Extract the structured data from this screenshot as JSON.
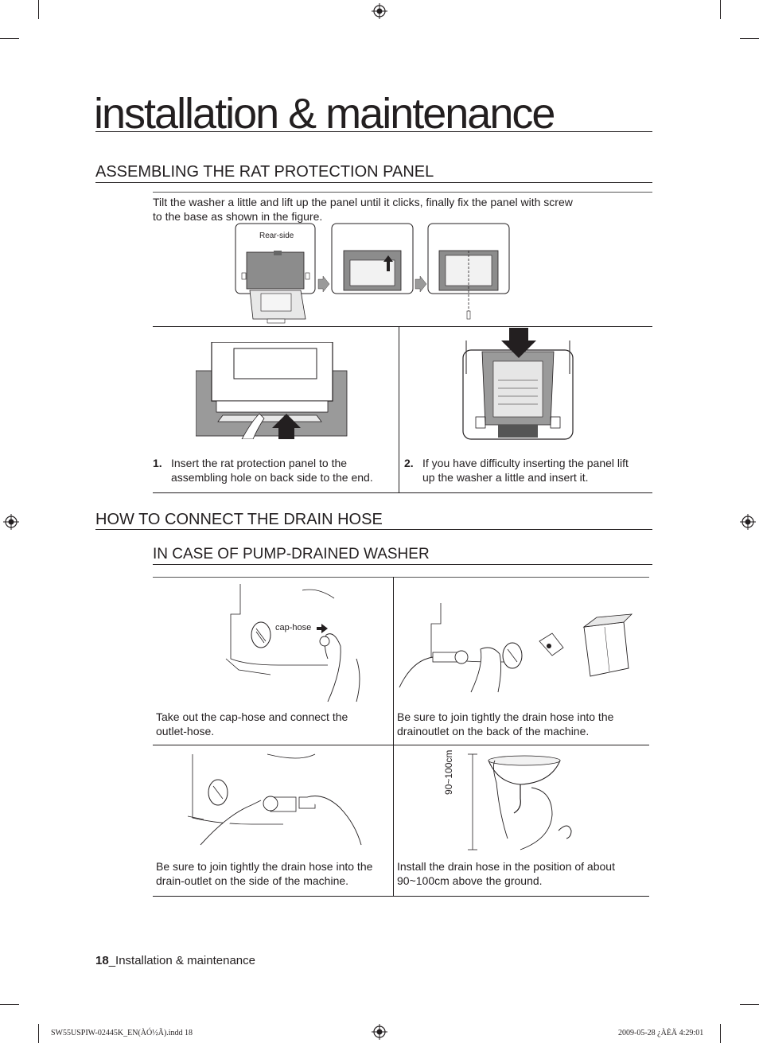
{
  "page": {
    "title": "installation & maintenance"
  },
  "rat_panel": {
    "heading": "ASSEMBLING THE RAT PROTECTION PANEL",
    "intro_line1": "Tilt the washer a little and lift up the panel until it clicks, finally fix the panel with screw",
    "intro_line2": "to the base as shown in the figure.",
    "rear_side_label": "Rear-side",
    "steps": [
      {
        "number": "1.",
        "line1": "Insert the rat protection panel to the",
        "line2": "assembling hole on back side to the end."
      },
      {
        "number": "2.",
        "line1": "If you have difficulty inserting the panel lift",
        "line2": "up the washer a little and insert it."
      }
    ]
  },
  "drain_hose": {
    "heading": "HOW TO CONNECT THE DRAIN HOSE",
    "subheading": "IN CASE OF PUMP-DRAINED WASHER",
    "cap_hose_label": "cap-hose",
    "height_label": "90~100cm",
    "cells": [
      {
        "line1": "Take out the cap-hose and connect the",
        "line2": "outlet-hose."
      },
      {
        "line1": "Be sure to join tightly the drain hose into the",
        "line2": "drainoutlet on the back of the machine."
      },
      {
        "line1": "Be sure to join tightly the drain hose into the",
        "line2": "drain-outlet on the side of the machine."
      },
      {
        "line1": "Install the drain hose in the position of about",
        "line2": "90~100cm above the ground."
      }
    ]
  },
  "footer": {
    "page_number": "18",
    "section_label": "_Installation & maintenance",
    "slug_left": "SW55USPIW-02445K_EN(ÀÓ½Ã).indd   18",
    "slug_right": "2009-05-28   ¿ÀÈÄ 4:29:01"
  },
  "colors": {
    "ink": "#231f20",
    "panel_gray": "#9a9a9a",
    "dark": "#2b2b2b"
  }
}
